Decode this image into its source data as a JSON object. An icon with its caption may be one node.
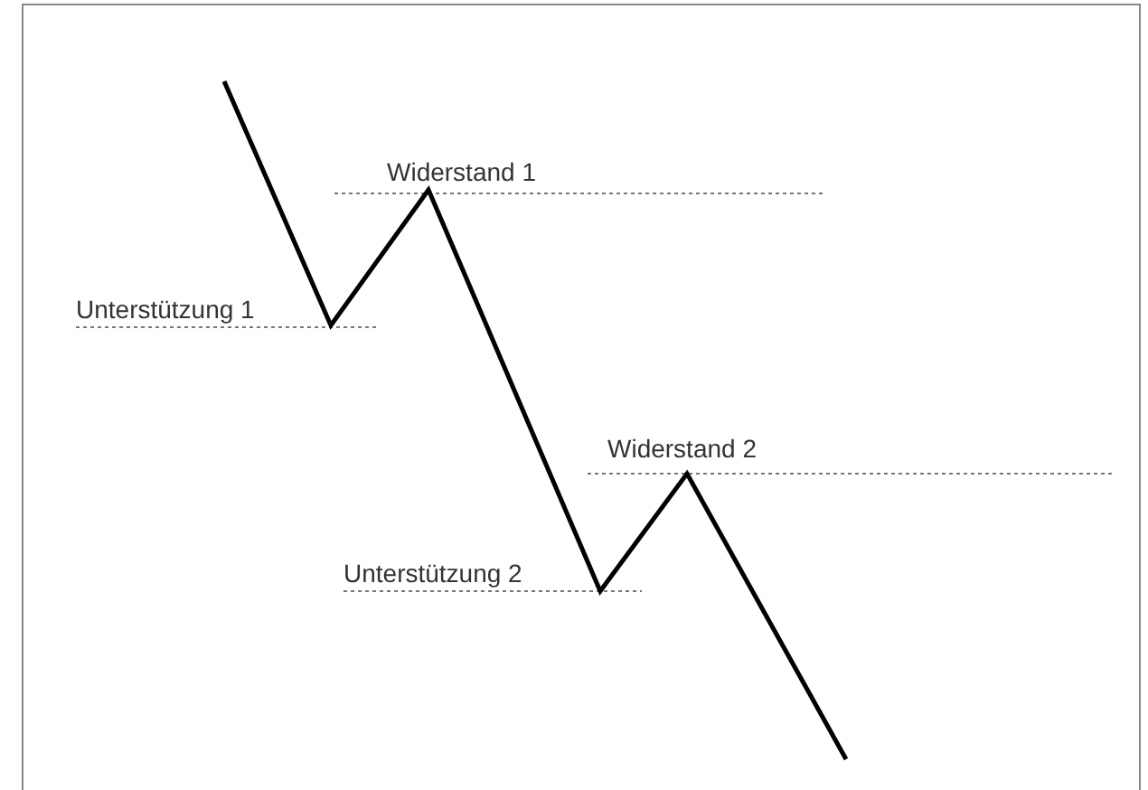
{
  "diagram": {
    "labels": [
      "Widerstand 1",
      "Unterstützung 1",
      "Widerstand 2",
      "Unterstützung 2"
    ]
  }
}
